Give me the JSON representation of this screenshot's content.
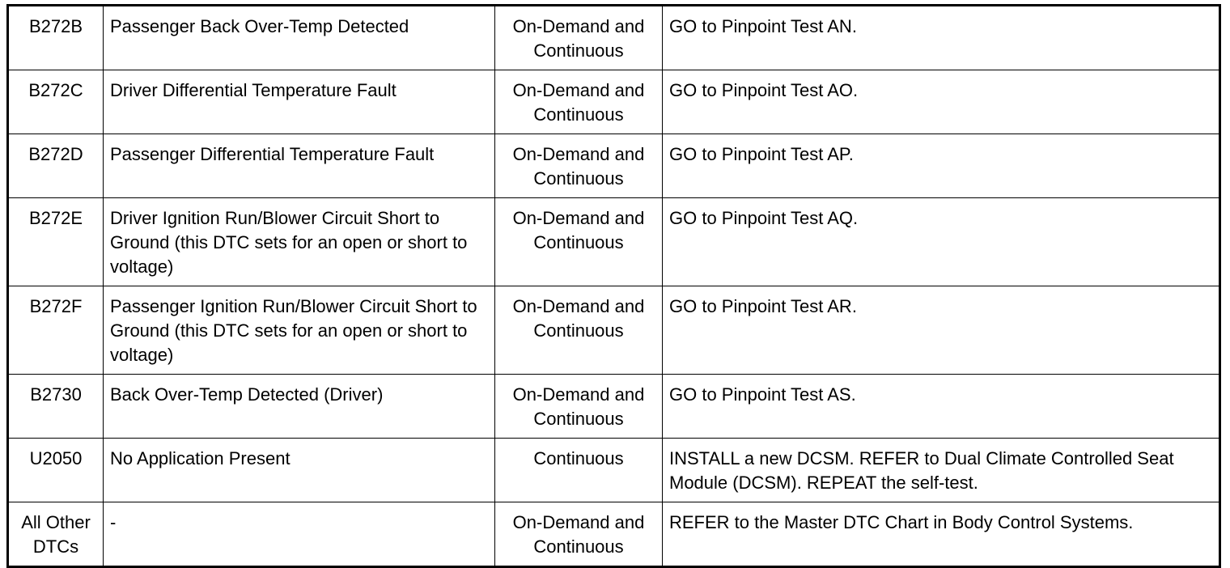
{
  "rows": [
    {
      "code": "B272B",
      "description": "Passenger Back Over-Temp Detected",
      "condition": "On-Demand and Continuous",
      "action": "GO to Pinpoint Test AN."
    },
    {
      "code": "B272C",
      "description": "Driver Differential Temperature Fault",
      "condition": "On-Demand and Continuous",
      "action": "GO to Pinpoint Test AO."
    },
    {
      "code": "B272D",
      "description": "Passenger Differential Temperature Fault",
      "condition": "On-Demand and Continuous",
      "action": "GO to Pinpoint Test AP."
    },
    {
      "code": "B272E",
      "description": "Driver Ignition Run/Blower Circuit Short to Ground (this DTC sets for an open or short to voltage)",
      "condition": "On-Demand and Continuous",
      "action": "GO to Pinpoint Test AQ."
    },
    {
      "code": "B272F",
      "description": "Passenger Ignition Run/Blower Circuit Short to Ground (this DTC sets for an open or short to voltage)",
      "condition": "On-Demand and Continuous",
      "action": "GO to Pinpoint Test AR."
    },
    {
      "code": "B2730",
      "description": "Back Over-Temp Detected (Driver)",
      "condition": "On-Demand and Continuous",
      "action": "GO to Pinpoint Test AS."
    },
    {
      "code": "U2050",
      "description": "No Application Present",
      "condition": "Continuous",
      "action": "INSTALL a new DCSM. REFER to Dual Climate Controlled Seat Module (DCSM). REPEAT the self-test."
    },
    {
      "code": "All Other DTCs",
      "description": "-",
      "condition": "On-Demand and Continuous",
      "action": "REFER to the Master DTC Chart in Body Control Systems."
    }
  ]
}
